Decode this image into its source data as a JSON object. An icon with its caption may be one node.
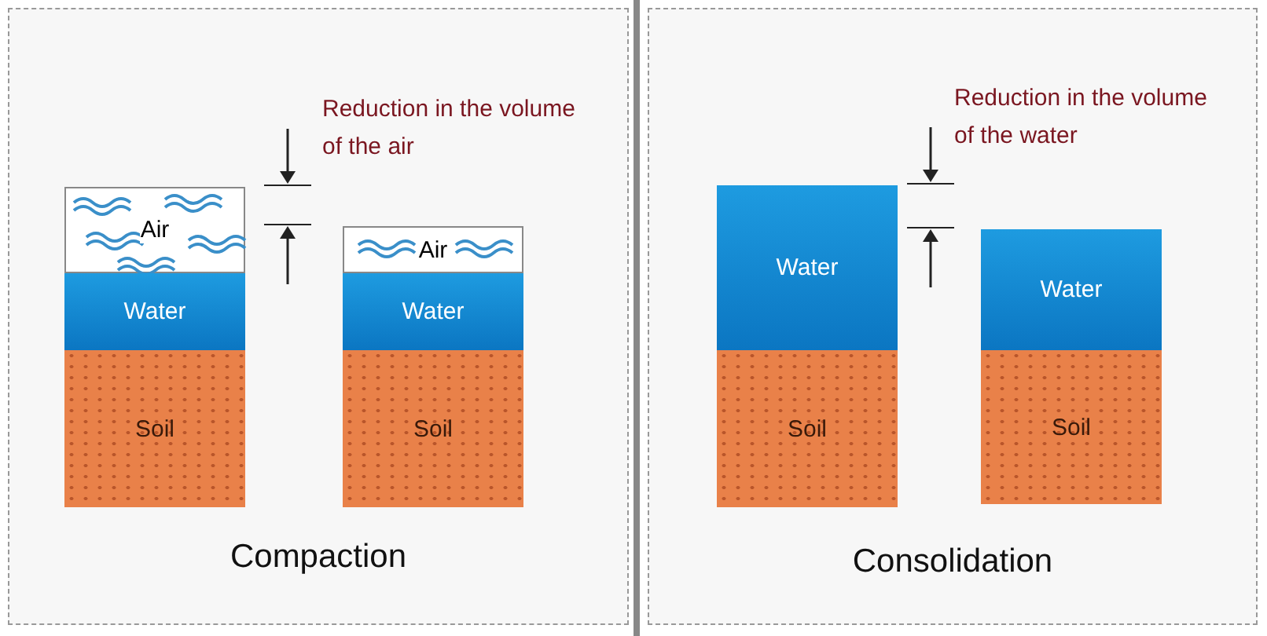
{
  "diagram": {
    "nodes": [
      {
        "text": [
          "Compaction"
        ]
      },
      {
        "text": [
          "Air"
        ],
        "in": 0
      },
      {
        "text": [
          "Water"
        ],
        "in": 0
      },
      {
        "text": [
          "Soil"
        ],
        "in": 0
      },
      {
        "text": [
          "Air"
        ],
        "in": 0
      },
      {
        "text": [
          "Water"
        ],
        "in": 0
      },
      {
        "text": [
          "Soil"
        ],
        "in": 0
      },
      {
        "text": [
          "Consolidation"
        ]
      },
      {
        "text": [
          "Water"
        ],
        "in": 7
      },
      {
        "text": [
          "Soil"
        ],
        "in": 7
      },
      {
        "text": [
          "Water"
        ],
        "in": 7
      },
      {
        "text": [
          "Soil"
        ],
        "in": 7
      }
    ],
    "labels": [
      "Reduction in the volume of the air",
      "Reduction in the volume of the water"
    ]
  }
}
